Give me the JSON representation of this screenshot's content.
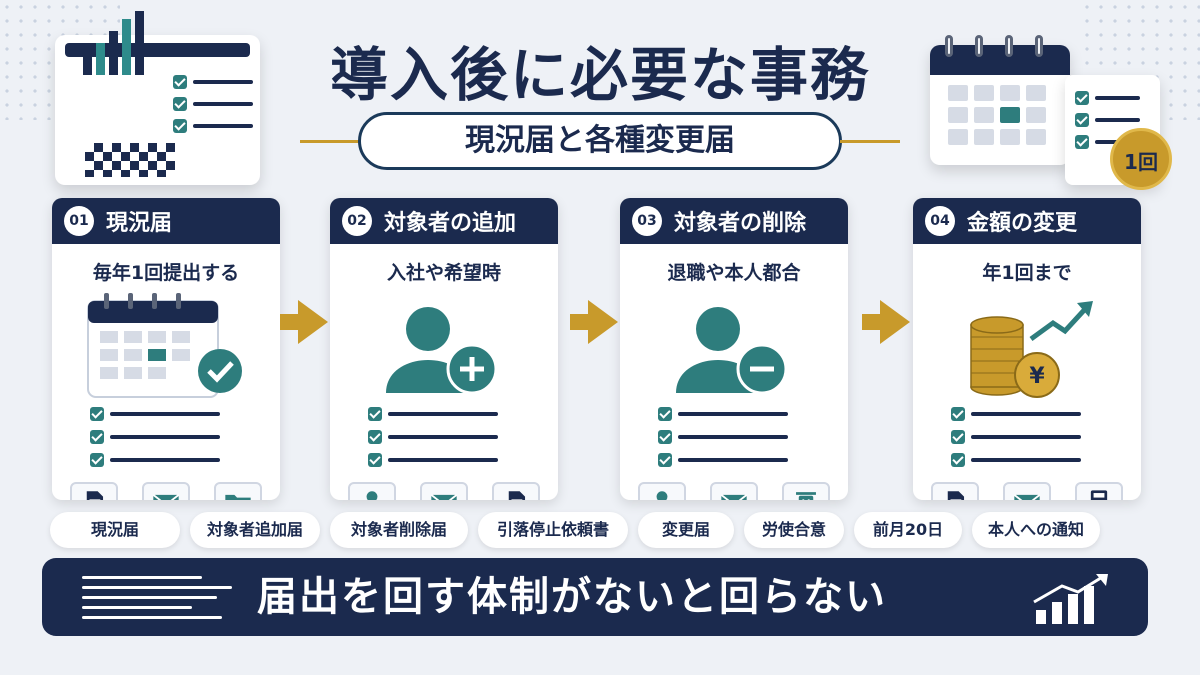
{
  "title": "導入後に必要な事務",
  "subtitle": "現況届と各種変更届",
  "badge": "1回",
  "steps": [
    {
      "num": "01",
      "title": "現況届",
      "sub": "毎年1回提出する",
      "illustration": "calendar-check",
      "icons": [
        "document-icon",
        "mail-icon",
        "folder-icon"
      ]
    },
    {
      "num": "02",
      "title": "対象者の追加",
      "sub": "入社や希望時",
      "illustration": "user-add",
      "icons": [
        "user-icon",
        "mail-icon",
        "document-icon"
      ]
    },
    {
      "num": "03",
      "title": "対象者の削除",
      "sub": "退職や本人都合",
      "illustration": "user-remove",
      "icons": [
        "user-icon",
        "mail-icon",
        "trash-icon"
      ]
    },
    {
      "num": "04",
      "title": "金額の変更",
      "sub": "年1回まで",
      "illustration": "coins-yen-growth",
      "icons": [
        "document-icon",
        "mail-icon",
        "calculator-icon"
      ]
    }
  ],
  "tags": [
    "現況届",
    "対象者追加届",
    "対象者削除届",
    "引落停止依頼書",
    "変更届",
    "労使合意",
    "前月20日",
    "本人への通知"
  ],
  "banner": "届出を回す体制がないと回らない",
  "colors": {
    "navy": "#1b2a4e",
    "teal": "#2e7d7d",
    "gold": "#c89a2b",
    "background": "#eef1f6"
  }
}
